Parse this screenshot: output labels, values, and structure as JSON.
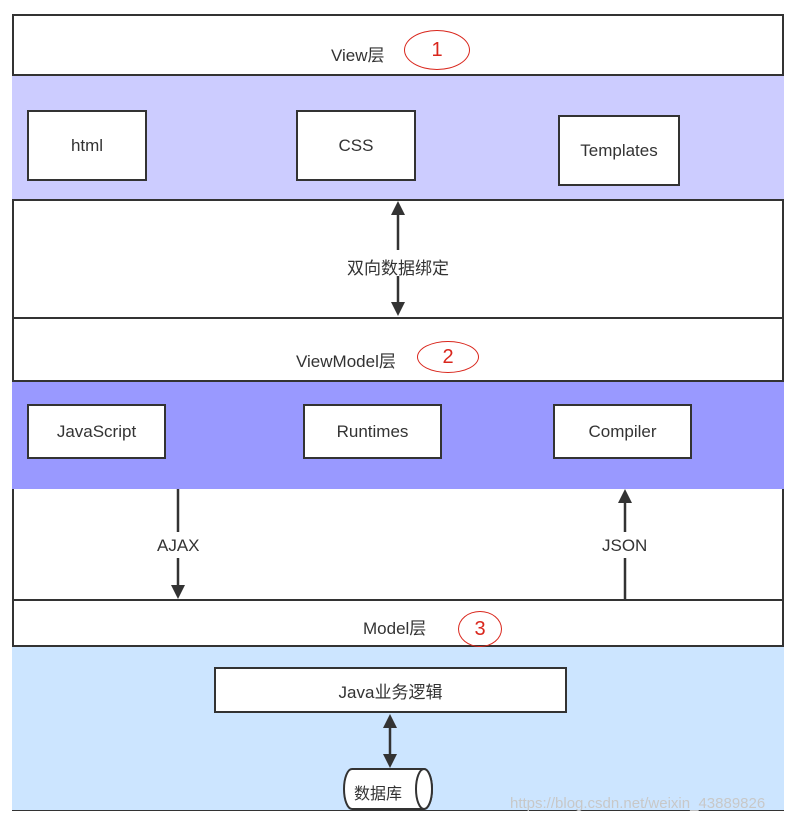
{
  "view_layer": {
    "title": "View层",
    "marker": "1",
    "boxes": [
      "html",
      "CSS",
      "Templates"
    ]
  },
  "binding_label": "双向数据绑定",
  "viewmodel_layer": {
    "title": "ViewModel层",
    "marker": "2",
    "boxes": [
      "JavaScript",
      "Runtimes",
      "Compiler"
    ]
  },
  "ajax_label": "AJAX",
  "json_label": "JSON",
  "model_layer": {
    "title": "Model层",
    "marker": "3",
    "logic_box": "Java业务逻辑",
    "database": "数据库"
  },
  "watermark": "https://blog.csdn.net/weixin_43889826",
  "colors": {
    "view_band": "#ccccff",
    "viewmodel_band": "#9999ff",
    "model_band": "#cce5ff",
    "marker_red": "#d9261c"
  }
}
